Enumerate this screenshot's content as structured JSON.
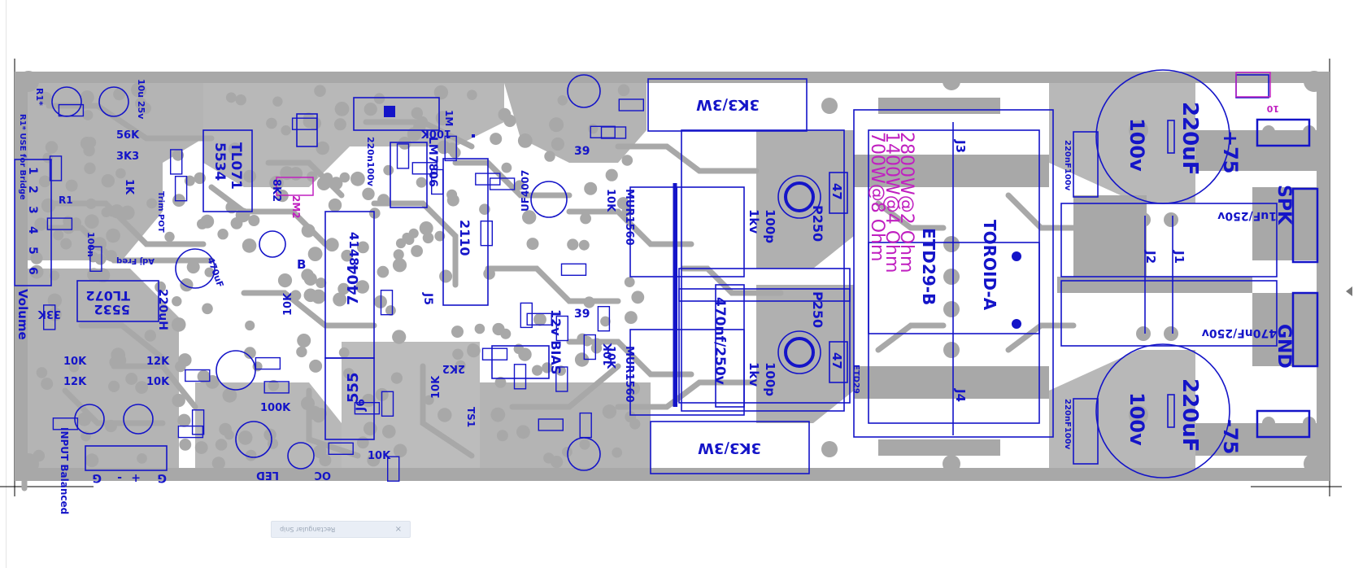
{
  "colors": {
    "copper": "#a8a8a8",
    "silkscreen": "#1414c8",
    "note": "#c020c0",
    "board_bg": "#ffffff"
  },
  "labels": {
    "r3k3_top": "3K3/3W",
    "r3k3_bot": "3K3/3W",
    "cap_top": "220uF",
    "cap_top_v": "100v",
    "cap_bot": "220uF",
    "cap_bot_v": "100v",
    "plus75": "+75",
    "minus75": "-75",
    "spk": "SPK",
    "gnd": "GND",
    "cap1uf": "1uF/250v",
    "cap470nf": "470nF/250v",
    "cap_rail1": "220nF100v",
    "cap_rail2": "220nF100v",
    "j1": "J1",
    "j2": "J2",
    "j3": "J3",
    "j4": "J4",
    "etd": "ETD29",
    "res47a": "47",
    "res47b": "47",
    "p250a": "P250",
    "p250b": "P250",
    "cap100p_a": "100p",
    "cap1kv_a": "1kv",
    "cap100p_b": "100p",
    "cap1kv_b": "1kv",
    "cap470nf_out": "470nf/250v",
    "mur_a": "MUR1560",
    "mur_b": "MUR1560",
    "r10k_a": "10K",
    "r10k_b": "10K",
    "lm7806": "LM7806",
    "ic2110": "2110",
    "ic7404": "7404",
    "ic555": "555",
    "ic5534": "5534",
    "ic5532": "5532",
    "tl071": "TL071",
    "tl072": "TL072",
    "volume": "Volume",
    "bridge": "R1* USE for Bridge",
    "input": "INPUT Balanced",
    "bias": "12v BIAS",
    "uf4007": "UF4007",
    "r39a": "39",
    "r39b": "39",
    "r33k": "33K",
    "r56k": "56K",
    "r3k3": "3K3",
    "r1k": "1K",
    "r100k": "100K",
    "r100k2": "100K",
    "r1m": "1M",
    "r2k2": "2K2",
    "r8k2": "8K2",
    "r2m2": "2M2",
    "r12k_a": "12K",
    "r12k_b": "12K",
    "r10k_c": "10K",
    "r10k_d": "10K",
    "r10k_e": "10K",
    "r10k_f": "10K",
    "r10k_g": "10K",
    "r10k_h": "10K",
    "d4148": "4148",
    "c220uh": "220uH",
    "led": "LED",
    "oc": "OC",
    "trim_pot": "Trim POT",
    "adj_freq": "Adj Freq",
    "c10u25v": "10u 25v",
    "c220n100v": "220n100v",
    "c100n": "100n",
    "c470uf": "470uF",
    "rp10": "10",
    "r1star": "R1*",
    "r1": "R1",
    "pins": [
      "1",
      "2",
      "3",
      "4",
      "5",
      "6"
    ],
    "input_pins": [
      "G",
      "+",
      "-",
      "G"
    ],
    "note_lines": [
      "2800W@2 Ohm",
      "1400W@4 Ohm",
      "700W@8 Ohm"
    ],
    "transformer_a": "TOROID-A",
    "transformer_b": "ETD29-B",
    "b_label": "B",
    "j5": "J5",
    "j6": "J6",
    "ts1": "TS1"
  },
  "snip": {
    "label": "Rectangular Snip",
    "close": "×"
  }
}
